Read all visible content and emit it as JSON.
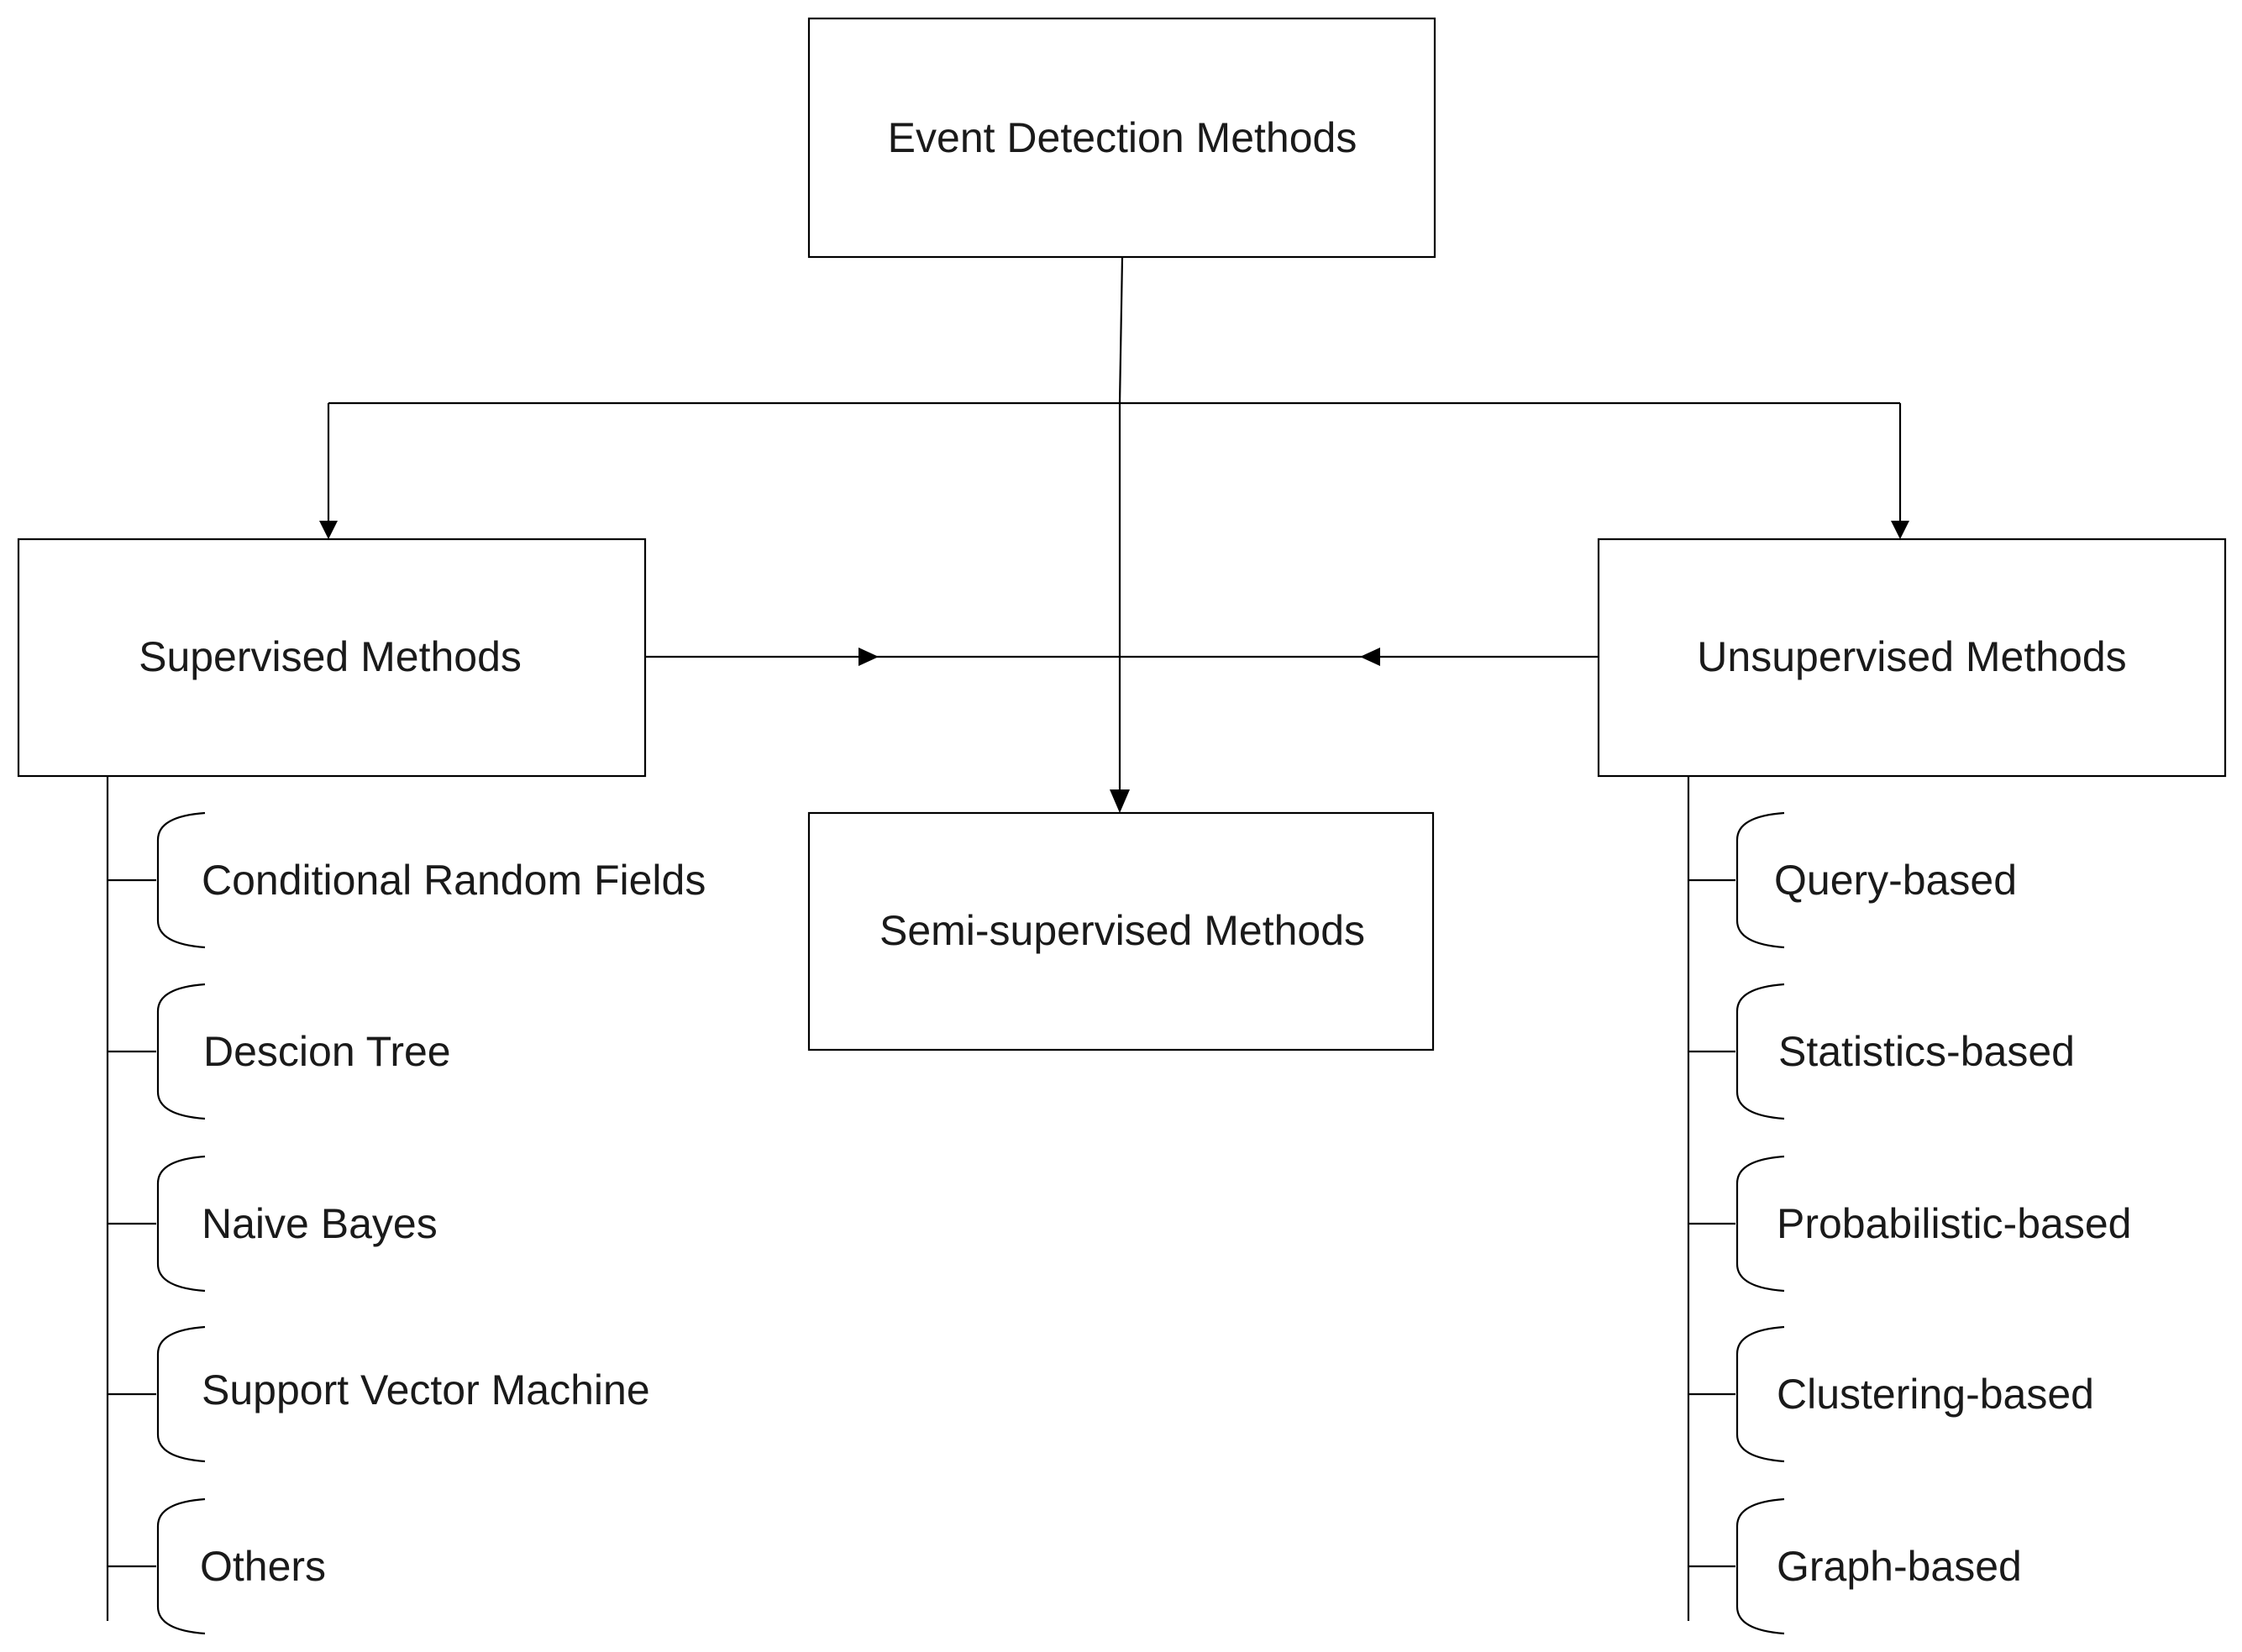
{
  "diagram": {
    "root": {
      "label": "Event Detection Methods"
    },
    "supervised": {
      "label": "Supervised Methods",
      "items": [
        "Conditional Random Fields",
        "Descion Tree",
        "Naive Bayes",
        "Support Vector Machine",
        "Others"
      ]
    },
    "unsupervised": {
      "label": "Unsupervised Methods",
      "items": [
        "Query-based",
        "Statistics-based",
        "Probabilistic-based",
        "Clustering-based",
        "Graph-based"
      ]
    },
    "semi_supervised": {
      "label": "Semi-supervised Methods"
    }
  }
}
